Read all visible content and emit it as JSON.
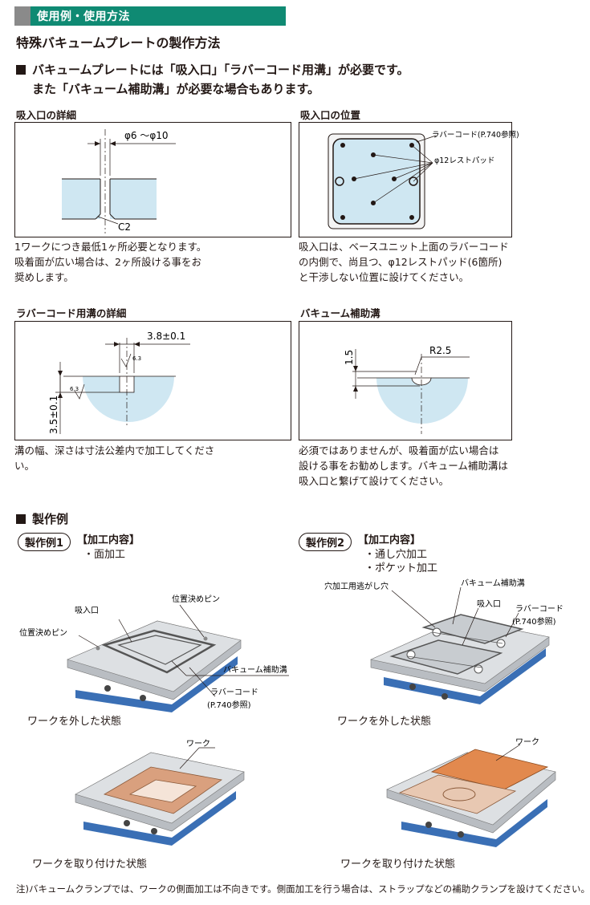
{
  "header": {
    "label": "使用例・使用方法"
  },
  "page_title": "特殊バキュームプレートの製作方法",
  "lead": {
    "line1": "バキュームプレートには「吸入口」「ラバーコード用溝」が必要です。",
    "line2": "また「バキューム補助溝」が必要な場合もあります。"
  },
  "details": {
    "suction_detail": {
      "title": "吸入口の詳細",
      "dim_diameter": "φ6 〜φ10",
      "dim_chamfer": "C2",
      "desc": [
        "1ワークにつき最低1ヶ所必要となります。",
        "吸着面が広い場合は、2ヶ所設ける事をお",
        "奨めします。"
      ]
    },
    "suction_position": {
      "title": "吸入口の位置",
      "label_rubber": "ラバーコード(P.740参照)",
      "label_pad": "φ12レストパッド",
      "desc": [
        "吸入口は、ベースユニット上面のラバーコード",
        "の内側で、尚且つ、φ12レストパッド(6箇所)",
        "と干渉しない位置に設けてください。"
      ]
    },
    "rubber_groove": {
      "title": "ラバーコード用溝の詳細",
      "dim_width": "3.8±0.1",
      "dim_depth": "3.5±0.1",
      "roughness": "6.3",
      "desc": [
        "溝の幅、深さは寸法公差内で加工してくださ",
        "い。"
      ]
    },
    "aux_groove": {
      "title": "バキューム補助溝",
      "dim_radius": "R2.5",
      "dim_depth": "1.5",
      "desc": [
        "必須ではありませんが、吸着面が広い場合は",
        "設ける事をお勧めします。バキューム補助溝は",
        "吸入口と繋げて設けてください。"
      ]
    }
  },
  "examples": {
    "section_title": "製作例",
    "ex1": {
      "badge": "製作例1",
      "heading": "【加工内容】",
      "items": [
        "・面加工"
      ],
      "labels": {
        "suction": "吸入口",
        "pin_top": "位置決めピン",
        "pin_left": "位置決めピン",
        "aux": "バキューム補助溝",
        "rubber": "ラバーコード",
        "rubber_ref": "(P.740参照)"
      },
      "caption_off": "ワークを外した状態",
      "work_label": "ワーク",
      "caption_on": "ワークを取り付けた状態"
    },
    "ex2": {
      "badge": "製作例2",
      "heading": "【加工内容】",
      "items": [
        "・通し穴加工",
        "・ポケット加工"
      ],
      "labels": {
        "hole": "穴加工用逃がし穴",
        "aux": "バキューム補助溝",
        "suction": "吸入口",
        "rubber": "ラバーコード",
        "rubber_ref": "(P.740参照)"
      },
      "caption_off": "ワークを外した状態",
      "work_label": "ワーク",
      "caption_on": "ワークを取り付けた状態"
    }
  },
  "footnote": "注)バキュームクランプでは、ワークの側面加工は不向きです。側面加工を行う場合は、ストラップなどの補助クランプを設けてください。",
  "colors": {
    "header_green": "#0f8a73",
    "vacuum_blue": "#cfe7f2",
    "base_blue": "#3a6fb5",
    "work_copper": "#d9a07e",
    "work_orange": "#e2894e"
  }
}
